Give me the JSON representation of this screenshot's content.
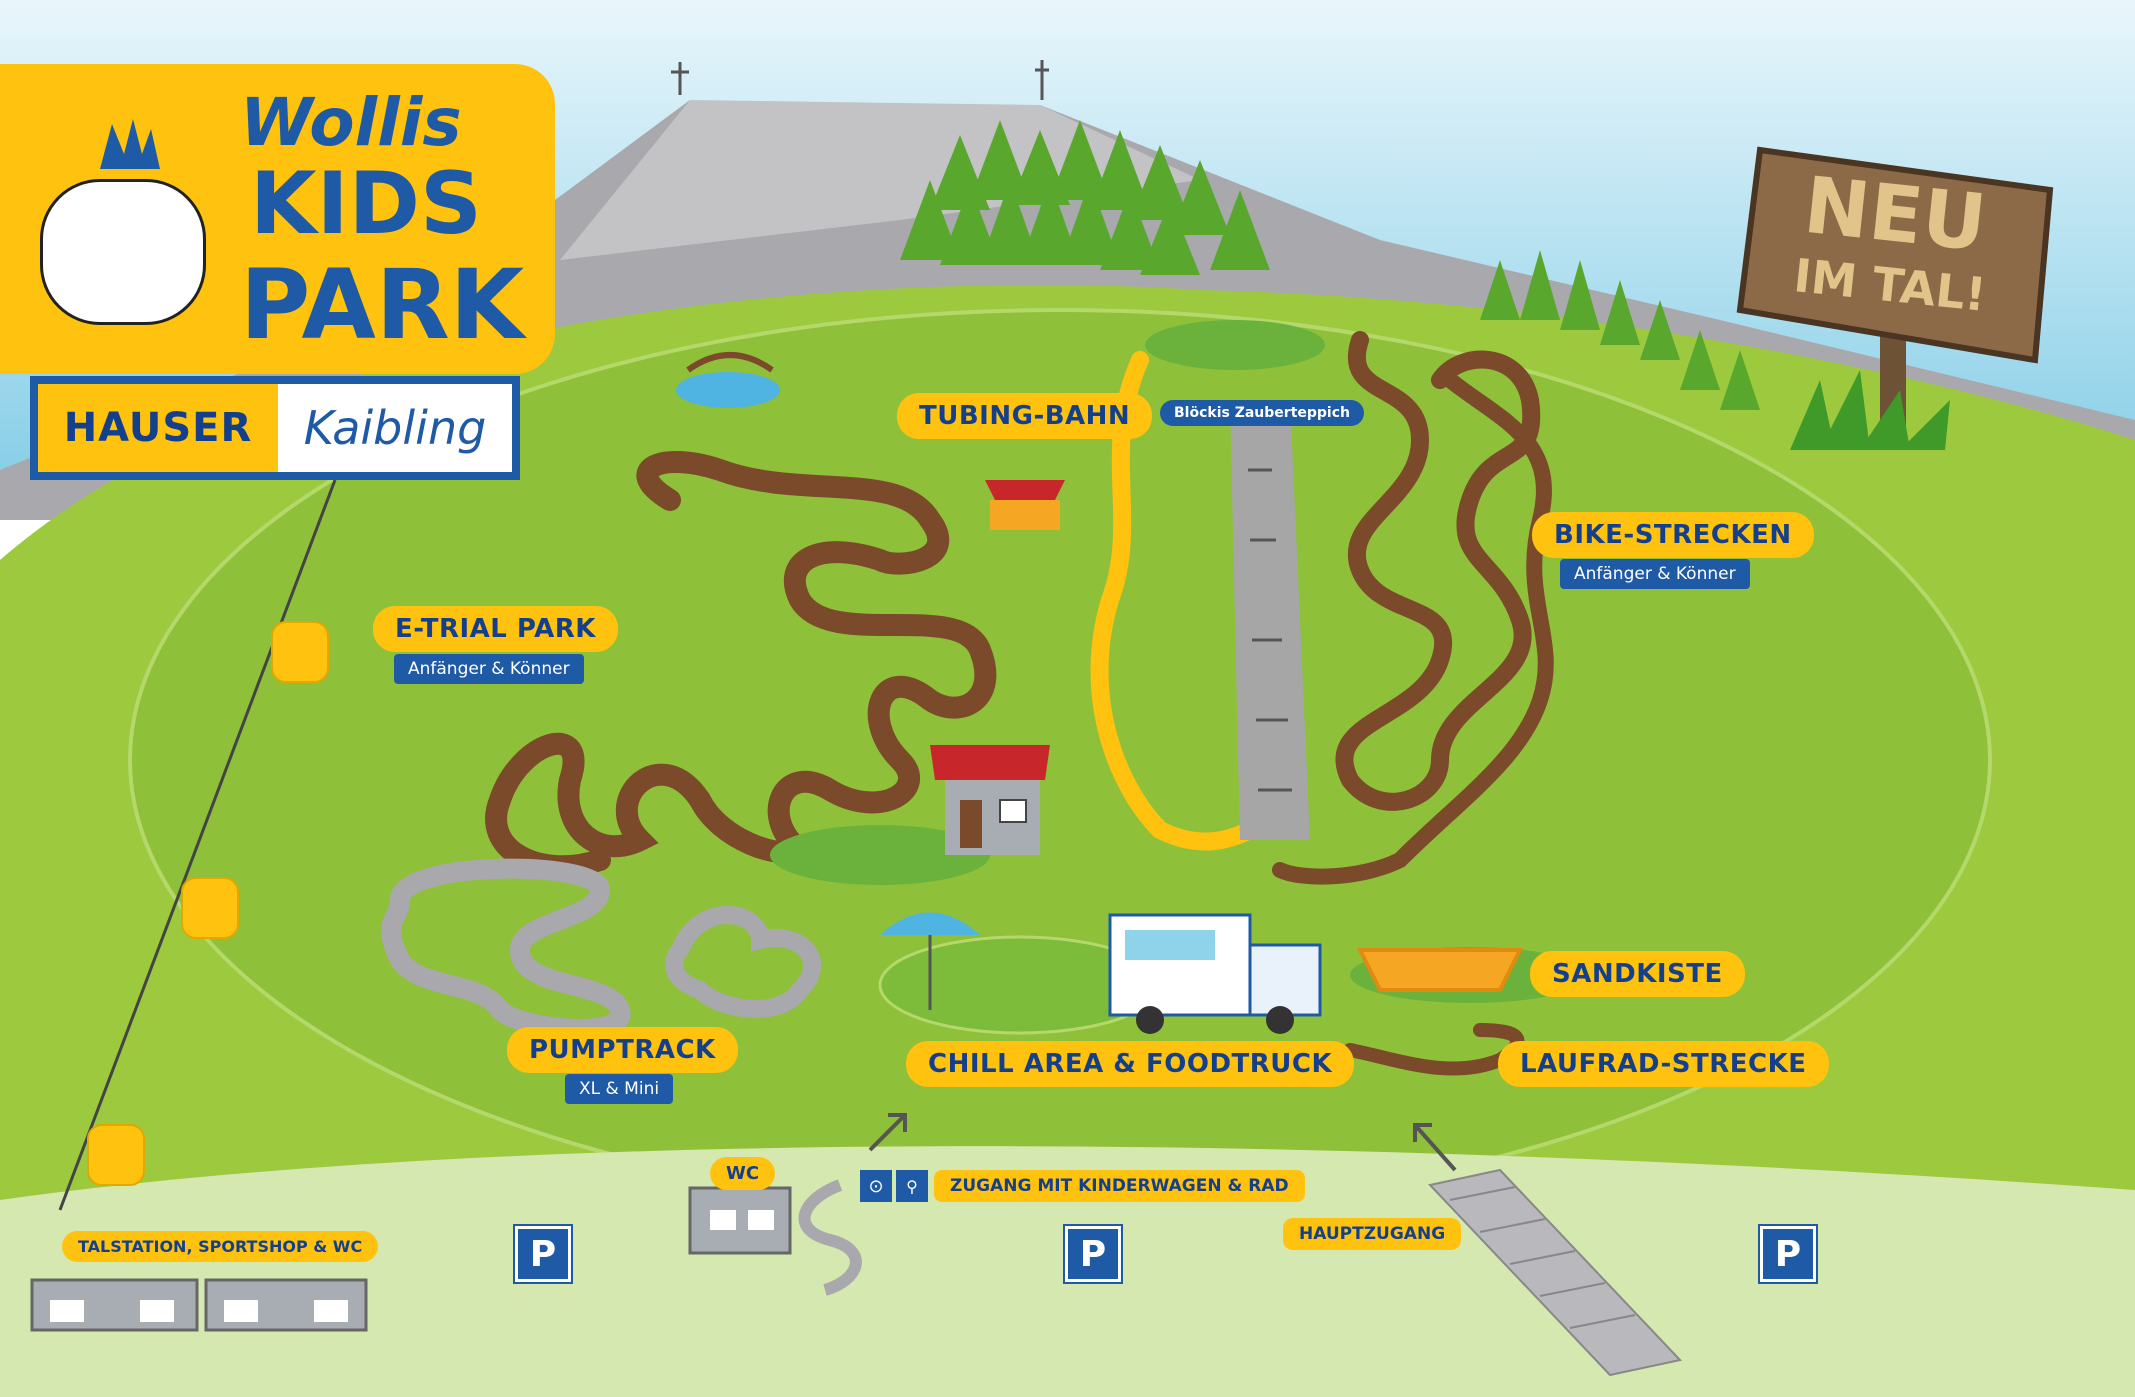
{
  "logo": {
    "line1": "Wollis",
    "line2": "KIDS",
    "line3": "PARK",
    "brand_left": "HAUSER",
    "brand_right": "Kaibling"
  },
  "sign": {
    "line1": "NEU",
    "line2": "IM TAL!"
  },
  "areas": {
    "tubing": "TUBING-BAHN",
    "zauberteppich": "Blöckis Zauberteppich",
    "etrial": "E-TRIAL PARK",
    "etrial_sub": "Anfänger & Könner",
    "bike": "BIKE-STRECKEN",
    "bike_sub": "Anfänger & Könner",
    "pumptrack": "PUMPTRACK",
    "pumptrack_sub": "XL & Mini",
    "chill": "CHILL AREA & FOODTRUCK",
    "sandkiste": "SANDKISTE",
    "laufrad": "LAUFRAD-STRECKE"
  },
  "bottom": {
    "wc": "WC",
    "zugang": "ZUGANG MIT KINDERWAGEN & RAD",
    "hauptzugang": "HAUPTZUGANG",
    "talstation": "TALSTATION, SPORTSHOP & WC",
    "parking": "P"
  },
  "colors": {
    "yellow": "#ffc20e",
    "blue": "#1f5aa6",
    "dark_blue": "#143f8c",
    "grass": "#8fc03a",
    "sky": "#8fd3ea",
    "path": "#7a4a2a"
  }
}
